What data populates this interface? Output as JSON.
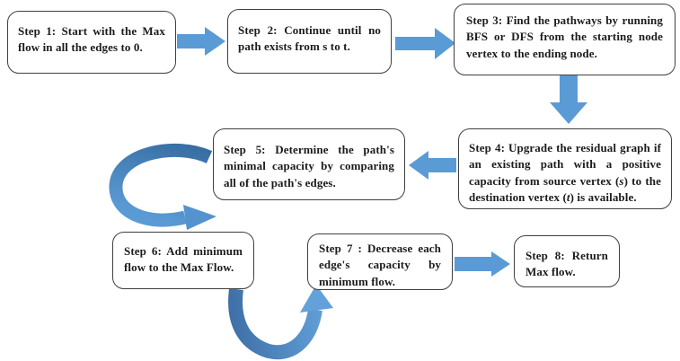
{
  "diagram_type": "flowchart",
  "steps": [
    {
      "id": "step-1",
      "text": "Step 1: Start with the Max flow in all the edges to 0."
    },
    {
      "id": "step-2",
      "text": "Step 2: Continue until no path exists from s to t."
    },
    {
      "id": "step-3",
      "text": "Step 3: Find the pathways by running BFS or DFS from the starting node vertex to the ending node."
    },
    {
      "id": "step-4",
      "text_parts": [
        "Step 4: Upgrade the residual graph if an existing path with a positive capacity from source vertex (",
        "s",
        ") to the destination vertex (",
        "t",
        ") is available."
      ]
    },
    {
      "id": "step-5",
      "text": "Step 5: Determine the path's minimal capacity by comparing all of the path's edges."
    },
    {
      "id": "step-6",
      "text": "Step 6:  Add minimum flow to the Max Flow."
    },
    {
      "id": "step-7",
      "text": "Step 7 : Decrease each edge's capacity by minimum flow."
    },
    {
      "id": "step-8",
      "text": "Step 8: Return Max flow."
    }
  ],
  "arrows": [
    {
      "from": "step-1",
      "to": "step-2",
      "type": "straight-right"
    },
    {
      "from": "step-2",
      "to": "step-3",
      "type": "straight-right"
    },
    {
      "from": "step-3",
      "to": "step-4",
      "type": "straight-down"
    },
    {
      "from": "step-4",
      "to": "step-5",
      "type": "straight-left"
    },
    {
      "from": "step-5",
      "to": "step-6",
      "type": "curved-counterclockwise"
    },
    {
      "from": "step-6",
      "to": "step-7",
      "type": "curved-u-turn"
    },
    {
      "from": "step-7",
      "to": "step-8",
      "type": "straight-right"
    }
  ],
  "colors": {
    "arrow_blue": "#5B9BD5",
    "arrow_dark_blue": "#346A9E",
    "arrow_light_blue": "#63A1DA",
    "box_border": "#3F3F3F",
    "text": "#1C1C1C",
    "background": "#FFFFFF"
  }
}
